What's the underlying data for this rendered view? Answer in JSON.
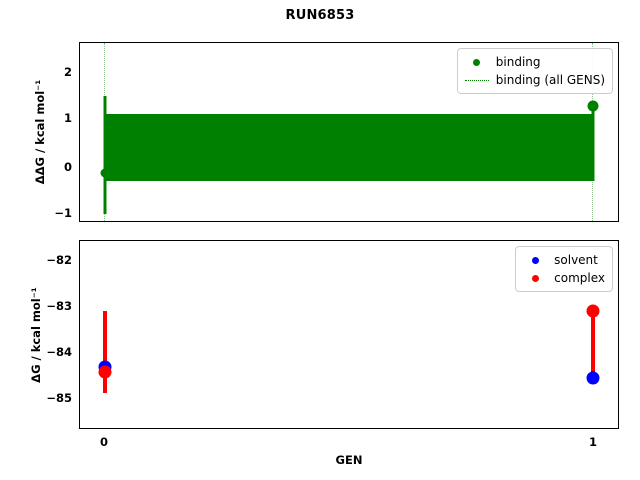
{
  "title": "RUN6853",
  "axis": {
    "xlabel": "GEN",
    "xticks": [
      "0",
      "1"
    ],
    "top_ylabel": "ΔΔG / kcal mol⁻¹",
    "top_yticks": [
      "2",
      "1",
      "0",
      "−1"
    ],
    "bottom_ylabel": "ΔG / kcal mol⁻¹",
    "bottom_yticks": [
      "−82",
      "−83",
      "−84",
      "−85"
    ]
  },
  "legend_top": {
    "items": [
      {
        "label": "binding",
        "marker": "dot",
        "color": "#008000"
      },
      {
        "label": "binding (all GENS)",
        "marker": "dotted-line",
        "color": "#008000"
      }
    ]
  },
  "legend_bottom": {
    "items": [
      {
        "label": "solvent",
        "marker": "dot",
        "color": "#0000ff"
      },
      {
        "label": "complex",
        "marker": "dot",
        "color": "#ff0000"
      }
    ]
  },
  "colors": {
    "binding": "#008000",
    "solvent": "#0000ff",
    "complex": "#ff0000",
    "frame": "#000000"
  },
  "chart_data": {
    "type": "scatter",
    "title": "RUN6853",
    "xlabel": "GEN",
    "panels": [
      {
        "name": "binding-free-energy",
        "ylabel": "ΔΔG / kcal mol⁻¹",
        "ylim": [
          -1.45,
          2.6
        ],
        "yticks": [
          -1,
          0,
          1,
          2
        ],
        "x": [
          0,
          1
        ],
        "series": [
          {
            "name": "binding",
            "color": "#008000",
            "values": [
              -0.15,
              1.35
            ],
            "yerr_low": [
              -1.0,
              -0.25
            ],
            "yerr_high": [
              1.08,
              1.35
            ]
          },
          {
            "name": "binding (all GENS)",
            "color": "#008000",
            "style": "dotted",
            "band_low": -0.28,
            "band_high": 1.08,
            "band_center": 0.4
          }
        ]
      },
      {
        "name": "component-free-energies",
        "ylabel": "ΔG / kcal mol⁻¹",
        "ylim": [
          -85.75,
          -81.6
        ],
        "yticks": [
          -85,
          -84,
          -83,
          -82
        ],
        "x": [
          0,
          1
        ],
        "series": [
          {
            "name": "solvent",
            "color": "#0000ff",
            "values": [
              -84.29,
              -84.48
            ],
            "yerr_low": [
              -84.45,
              -84.56
            ],
            "yerr_high": [
              -84.1,
              -84.4
            ]
          },
          {
            "name": "complex",
            "color": "#ff0000",
            "values": [
              -84.38,
              -83.1
            ],
            "yerr_low": [
              -85.25,
              -83.2
            ],
            "yerr_high": [
              -83.55,
              -83.0
            ]
          }
        ]
      }
    ],
    "grid": false,
    "legend_position": "upper right"
  }
}
